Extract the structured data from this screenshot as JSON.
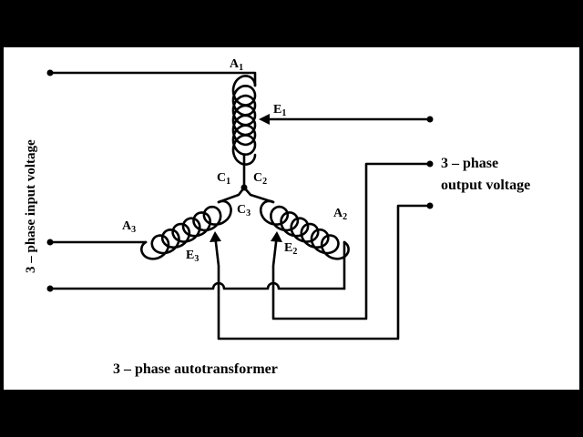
{
  "labels": {
    "input_voltage": "3 – phase input voltage",
    "output_line1": "3 – phase",
    "output_line2": "output voltage",
    "caption": "3 – phase autotransformer"
  },
  "terminals": {
    "a1": {
      "letter": "A",
      "sub": "1"
    },
    "a2": {
      "letter": "A",
      "sub": "2"
    },
    "a3": {
      "letter": "A",
      "sub": "3"
    },
    "c1": {
      "letter": "C",
      "sub": "1"
    },
    "c2": {
      "letter": "C",
      "sub": "2"
    },
    "c3": {
      "letter": "C",
      "sub": "3"
    },
    "e1": {
      "letter": "E",
      "sub": "1"
    },
    "e2": {
      "letter": "E",
      "sub": "2"
    },
    "e3": {
      "letter": "E",
      "sub": "3"
    }
  },
  "colors": {
    "background": "#ffffff",
    "letterbox": "#000000",
    "ink": "#000000"
  }
}
